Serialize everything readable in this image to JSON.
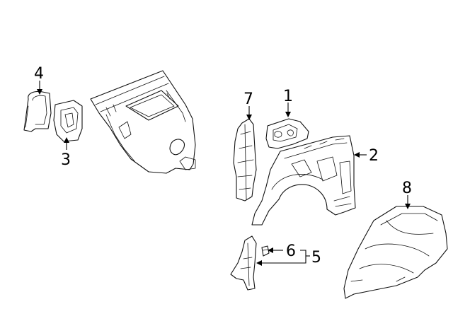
{
  "callouts": [
    {
      "id": "1",
      "text": "1"
    },
    {
      "id": "2",
      "text": "2"
    },
    {
      "id": "3",
      "text": "3"
    },
    {
      "id": "4",
      "text": "4"
    },
    {
      "id": "5",
      "text": "5"
    },
    {
      "id": "6",
      "text": "6"
    },
    {
      "id": "7",
      "text": "7"
    },
    {
      "id": "8",
      "text": "8"
    }
  ],
  "colors": {
    "line": "#111111",
    "background": "#ffffff"
  }
}
